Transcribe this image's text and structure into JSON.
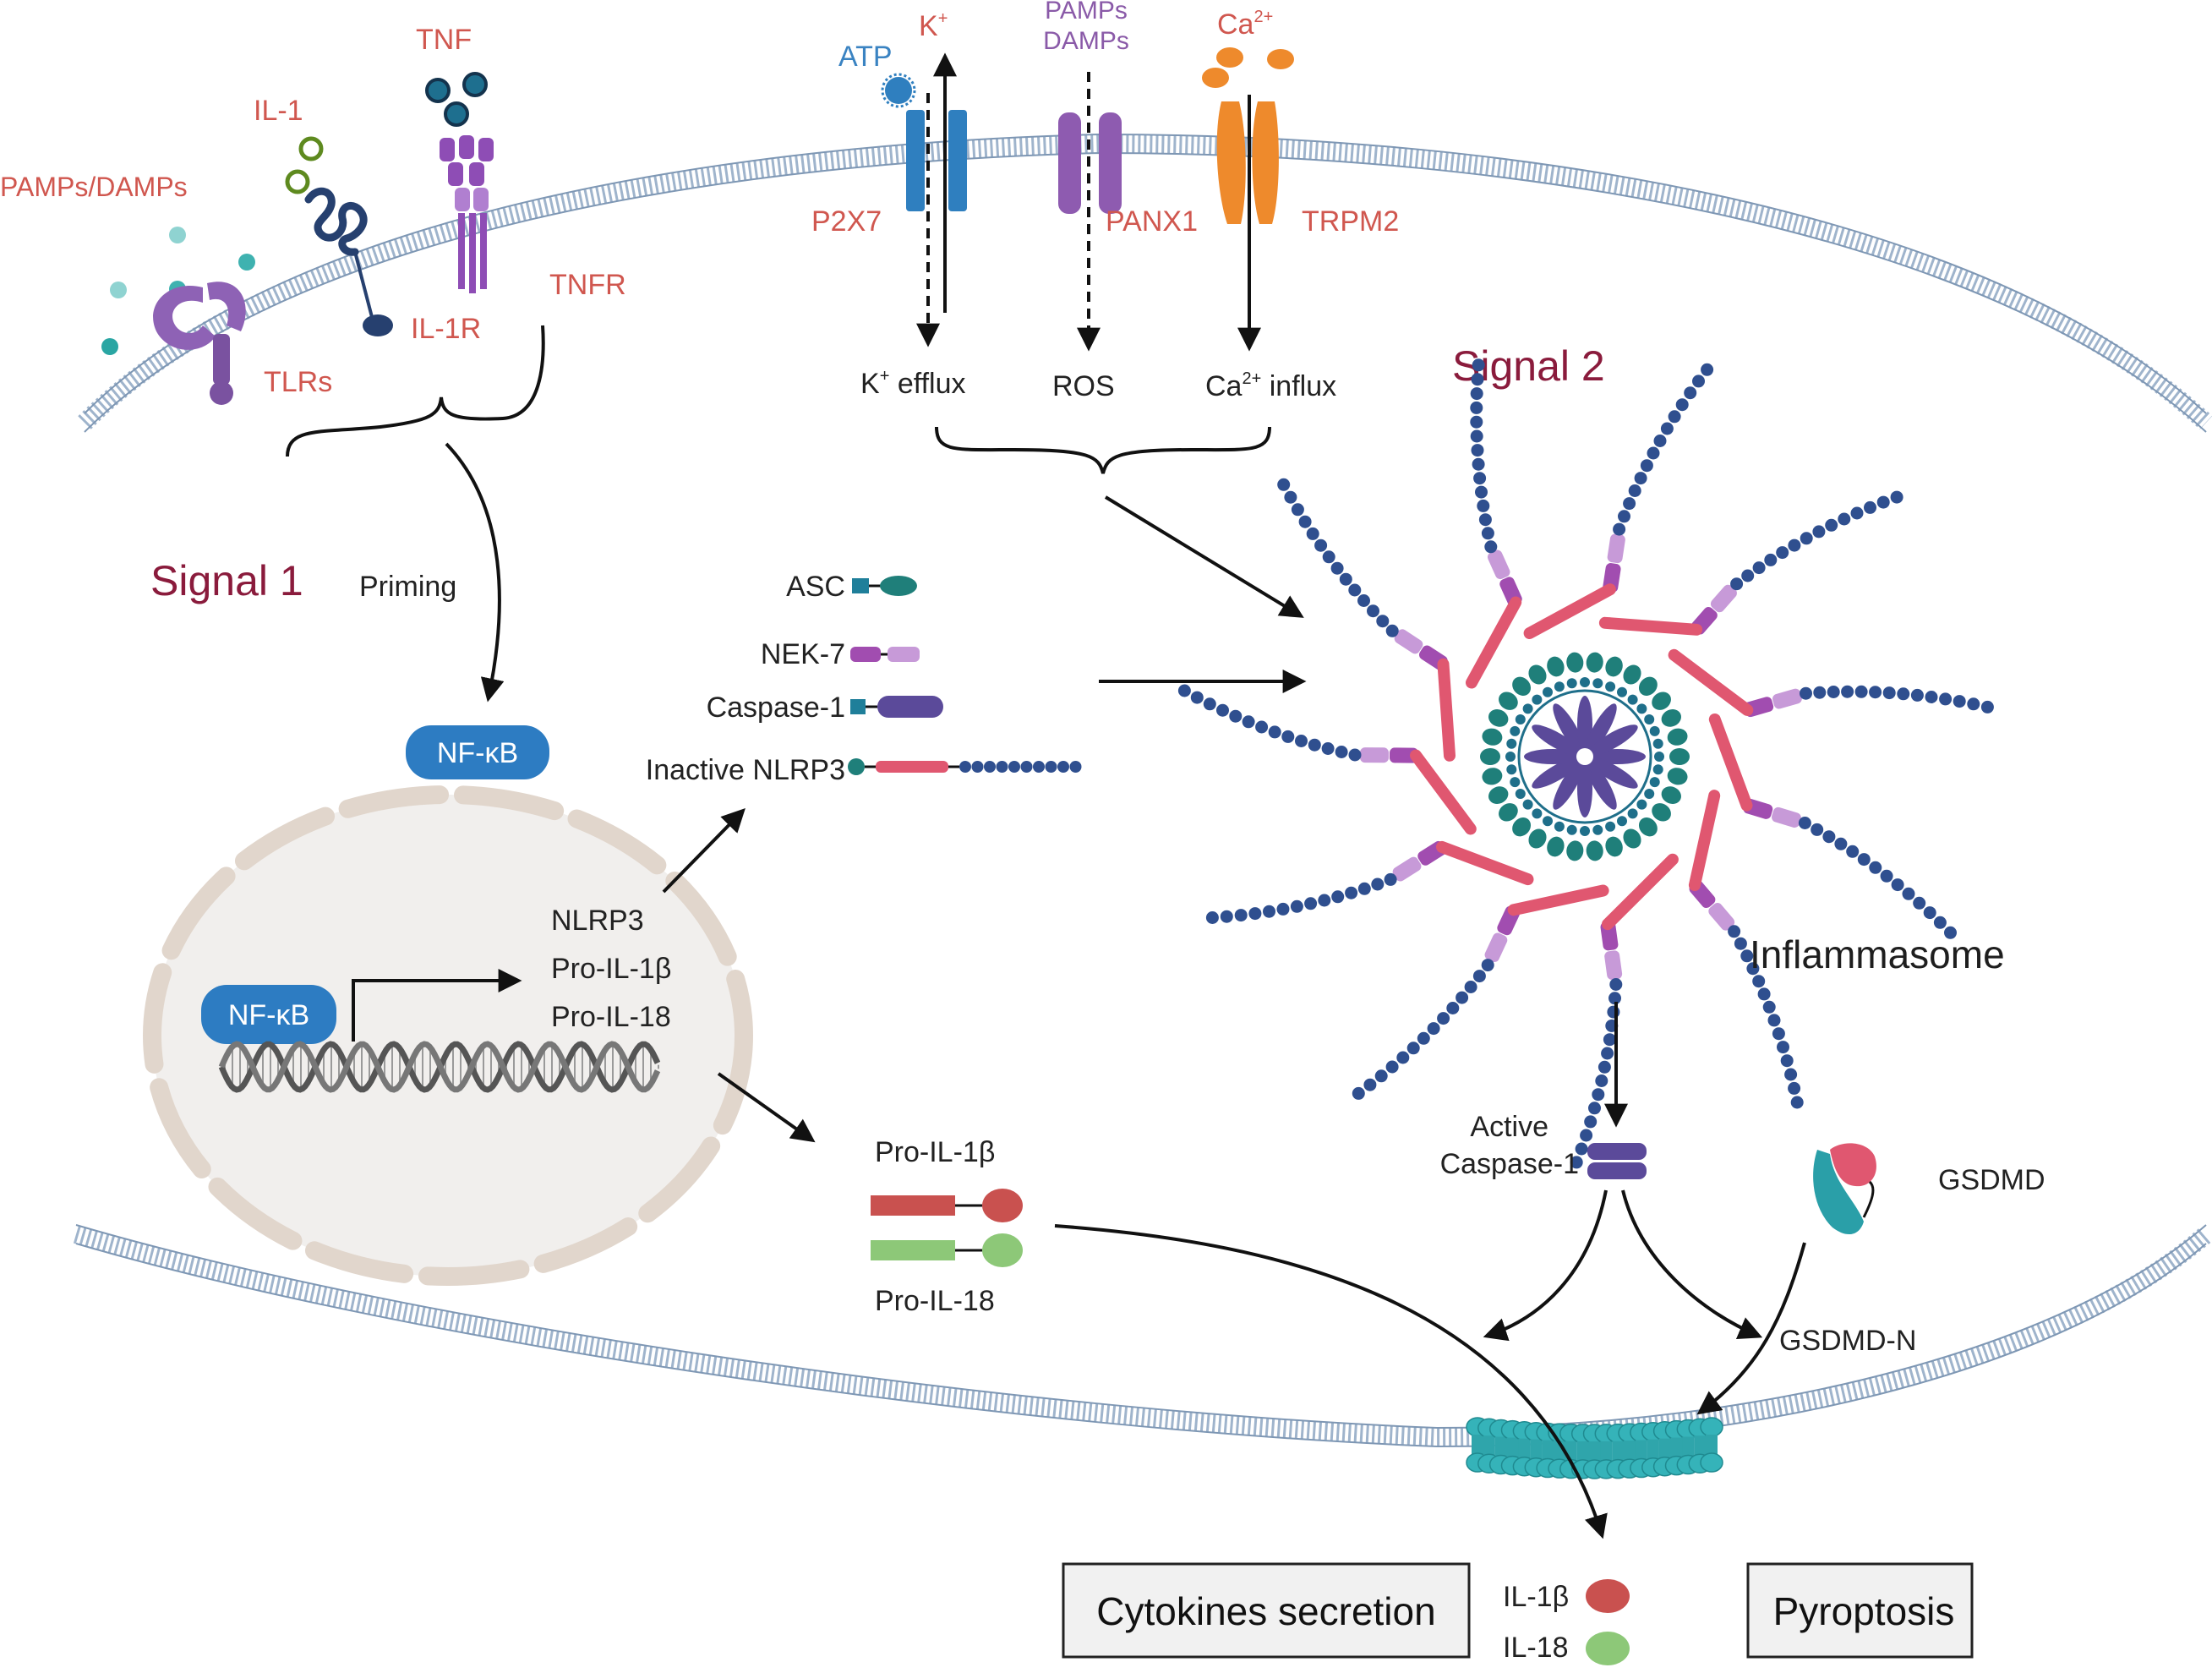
{
  "receptors": {
    "pamps_damps": "PAMPs/DAMPs",
    "il1": "IL-1",
    "tnf": "TNF",
    "tlrs": "TLRs",
    "il1r": "IL-1R",
    "tnfr": "TNFR"
  },
  "channels": {
    "atp": "ATP",
    "k": "K",
    "k_sup": "+",
    "pamps": "PAMPs",
    "damps": "DAMPs",
    "ca": "Ca",
    "ca_sup": "2+",
    "p2x7": "P2X7",
    "panx1": "PANX1",
    "trpm2": "TRPM2",
    "k_efflux_k": "K",
    "k_efflux_sup": "+",
    "k_efflux_text": " efflux",
    "ros": "ROS",
    "ca_influx_ca": "Ca",
    "ca_influx_sup": "2+",
    "ca_influx_text": " influx"
  },
  "signals": {
    "signal1": "Signal 1",
    "signal2": "Signal 2",
    "priming": "Priming"
  },
  "nfkb": {
    "cytoplasm_label": "NF-κB",
    "nucleus_label": "NF-κB"
  },
  "genes": [
    "NLRP3",
    "Pro-IL-1β",
    "Pro-IL-18"
  ],
  "components": {
    "asc": "ASC",
    "nek7": "NEK-7",
    "caspase1": "Caspase-1",
    "nlrp3": "Inactive NLRP3"
  },
  "inflammasome": "Inflammasome",
  "active_caspase": [
    "Active",
    "Caspase-1"
  ],
  "gsdmd": "GSDMD",
  "gsdmd_n": "GSDMD-N",
  "pro_cytokines": {
    "il1b": "Pro-IL-1β",
    "il18": "Pro-IL-18"
  },
  "outputs": {
    "cytokines_secretion": "Cytokines secretion",
    "pyroptosis": "Pyroptosis",
    "il1b": "IL-1β",
    "il18": "IL-18"
  },
  "colors": {
    "membrane": "#9fb4cc",
    "p2x7": "#2f7fbf",
    "panx1": "#8e5bb0",
    "trpm2": "#ee8a2c",
    "nfkb": "#2d7cc2",
    "nucleus_fill": "#f1efed",
    "nucleus_border": "#e3d8cf",
    "asc": "#1f7f7a",
    "nlrp3_lrr": "#2f4f8f",
    "nacht": "#e05770",
    "nek7": "#b06fbf",
    "caspase": "#5b4a9a",
    "il1b": "#c9514f",
    "il18": "#8dc878",
    "gsdmd": "#2a9fa8",
    "pore": "#35b3b9",
    "signal_text": "#8a1b3c",
    "receptor_text": "#d0574f"
  }
}
